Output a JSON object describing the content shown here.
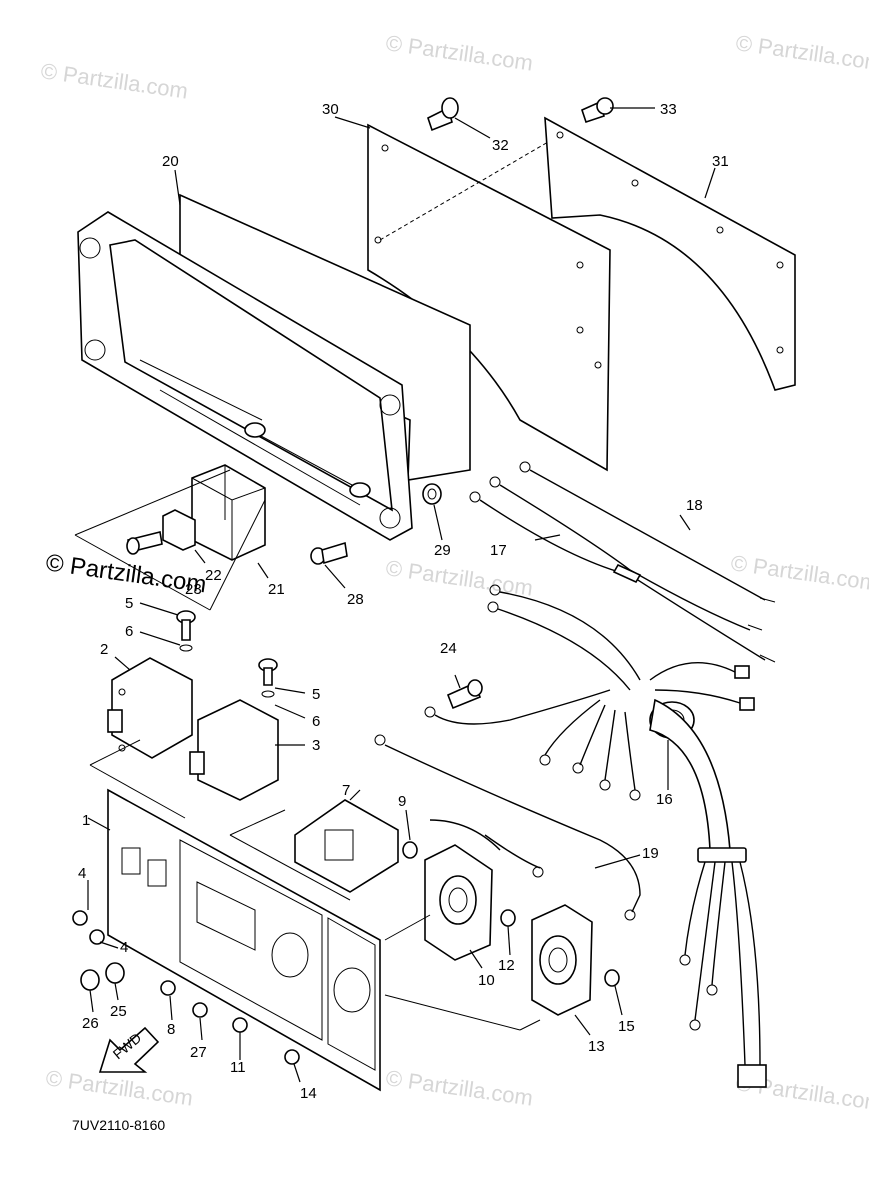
{
  "diagram": {
    "code": "7UV2110-8160",
    "fwd_label": "FWD",
    "watermark_small": "© Partzilla.com",
    "watermark_large": "© Partzilla.com",
    "callouts": [
      "1",
      "2",
      "3",
      "4",
      "4",
      "5",
      "5",
      "6",
      "6",
      "7",
      "8",
      "9",
      "10",
      "11",
      "12",
      "13",
      "14",
      "15",
      "16",
      "17",
      "18",
      "19",
      "20",
      "21",
      "22",
      "23",
      "24",
      "25",
      "26",
      "27",
      "28",
      "29",
      "30",
      "31",
      "32",
      "33"
    ]
  }
}
